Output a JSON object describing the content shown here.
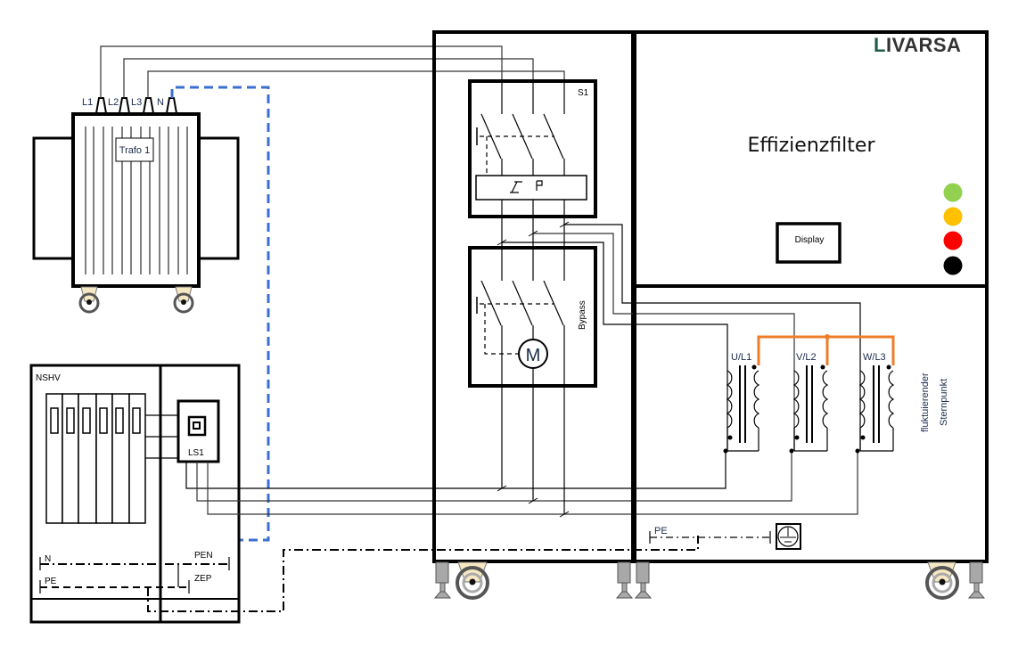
{
  "brand": {
    "logo_first_letter": "L",
    "logo_rest": "IVARSA",
    "logo_accent_color": "#1e5d4a"
  },
  "transformer": {
    "label": "Trafo 1",
    "terminals": [
      "L1",
      "L2",
      "L3",
      "N"
    ]
  },
  "distribution_board": {
    "label": "NSHV",
    "breaker_label": "LS1",
    "busbars": {
      "n_label": "N",
      "pe_label": "PE",
      "pen_label": "PEN",
      "zep_label": "ZEP"
    }
  },
  "switch_cabinet": {
    "main_switch_label": "S1",
    "bypass_label": "Bypass",
    "motor_label": "M"
  },
  "filter": {
    "title": "Effizienzfilter",
    "display_label": "Display",
    "status_lights": [
      {
        "name": "green",
        "color": "#92d050"
      },
      {
        "name": "amber",
        "color": "#ffc000"
      },
      {
        "name": "red",
        "color": "#ff0000"
      },
      {
        "name": "black",
        "color": "#000000"
      }
    ],
    "windings": [
      "U/L1",
      "V/L2",
      "W/L3"
    ],
    "star_point_label_line1": "fluktuierender",
    "star_point_label_line2": "Sternpunkt",
    "star_point_color": "#ee7d2a",
    "pe_label": "PE"
  },
  "neutral_link_color": "#3b6fd1"
}
